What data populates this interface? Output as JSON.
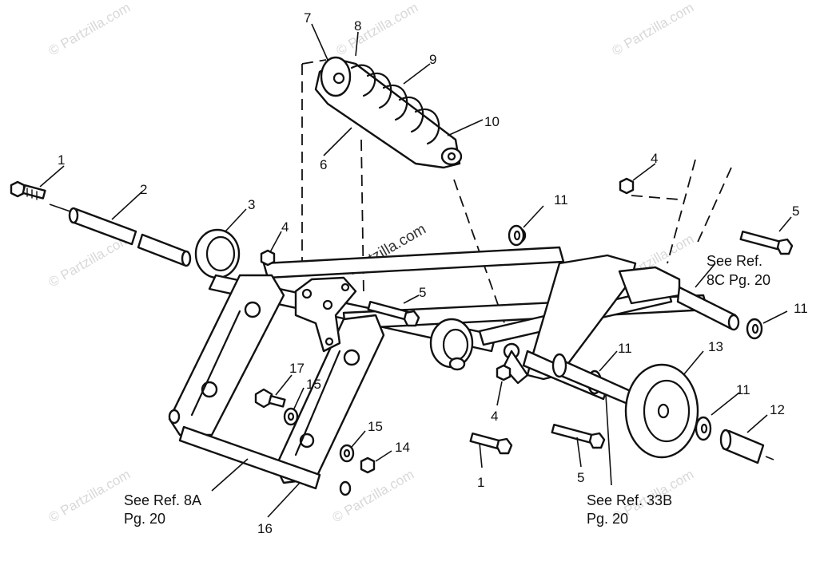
{
  "callouts": [
    {
      "id": "c1a",
      "text": "1"
    },
    {
      "id": "c2",
      "text": "2"
    },
    {
      "id": "c3",
      "text": "3"
    },
    {
      "id": "c4a",
      "text": "4"
    },
    {
      "id": "c4b",
      "text": "4"
    },
    {
      "id": "c4c",
      "text": "4"
    },
    {
      "id": "c5a",
      "text": "5"
    },
    {
      "id": "c5b",
      "text": "5"
    },
    {
      "id": "c5c",
      "text": "5"
    },
    {
      "id": "c6",
      "text": "6"
    },
    {
      "id": "c7",
      "text": "7"
    },
    {
      "id": "c8",
      "text": "8"
    },
    {
      "id": "c9",
      "text": "9"
    },
    {
      "id": "c10",
      "text": "10"
    },
    {
      "id": "c11a",
      "text": "11"
    },
    {
      "id": "c11b",
      "text": "11"
    },
    {
      "id": "c11c",
      "text": "11"
    },
    {
      "id": "c11d",
      "text": "11"
    },
    {
      "id": "c12",
      "text": "12"
    },
    {
      "id": "c13",
      "text": "13"
    },
    {
      "id": "c14",
      "text": "14"
    },
    {
      "id": "c15a",
      "text": "15"
    },
    {
      "id": "c15b",
      "text": "15"
    },
    {
      "id": "c16",
      "text": "16"
    },
    {
      "id": "c17",
      "text": "17"
    },
    {
      "id": "c1b",
      "text": "1"
    }
  ],
  "references": {
    "ref_8c_line1": "See Ref.",
    "ref_8c_line2": "8C Pg. 20",
    "ref_8a_line1": "See Ref. 8A",
    "ref_8a_line2": "Pg. 20",
    "ref_33b_line1": "See Ref. 33B",
    "ref_33b_line2": "Pg. 20"
  },
  "watermark": {
    "text": "© Partzilla.com",
    "center_text": "Partzilla.com"
  }
}
